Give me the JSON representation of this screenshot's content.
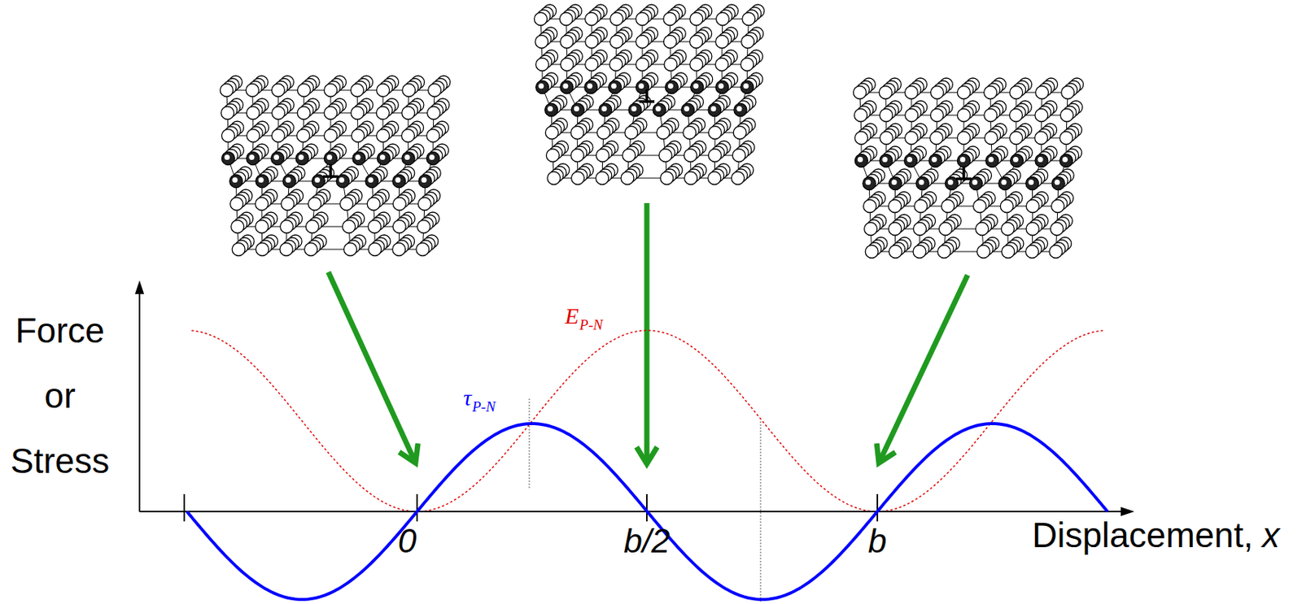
{
  "diagram": {
    "labels": [
      "E",
      "P-N",
      "τ",
      "P-N",
      "Force or Stress",
      "0",
      "b/2",
      "b",
      "Displacement,",
      "x"
    ]
  }
}
